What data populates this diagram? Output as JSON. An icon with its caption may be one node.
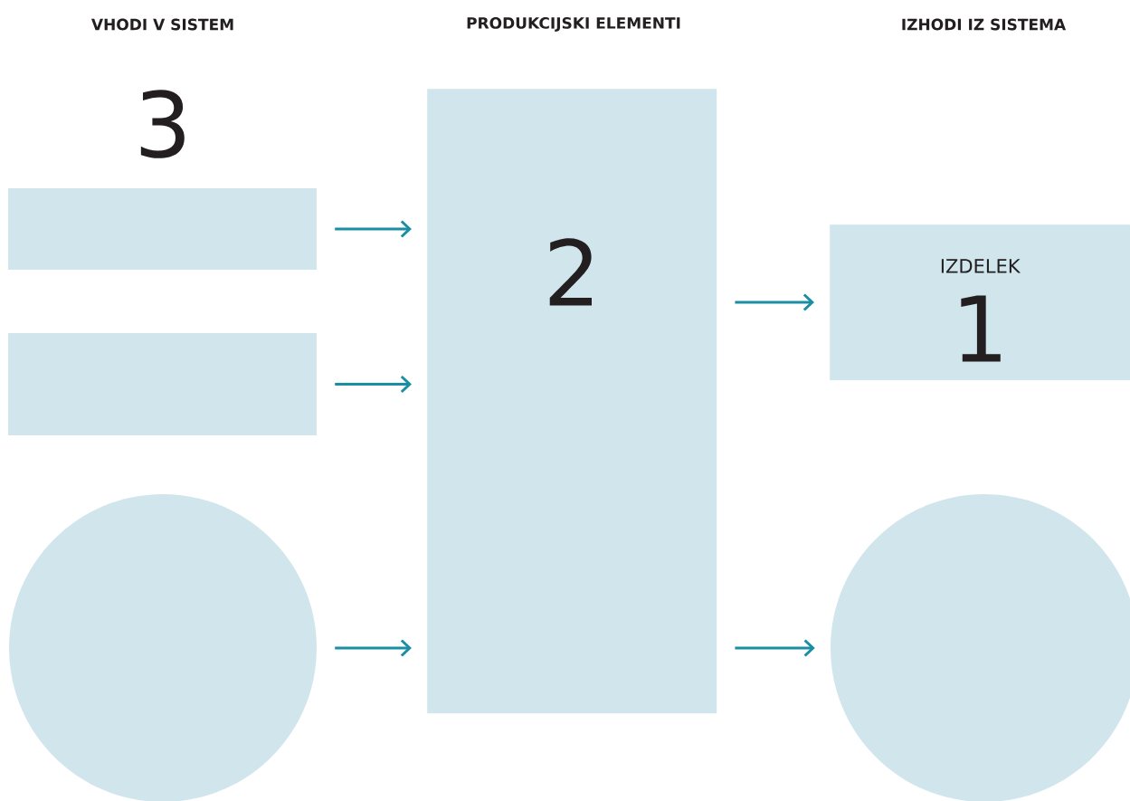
{
  "diagram": {
    "nodes": [
      {
        "text": [],
        "shape": "box"
      },
      {
        "text": [],
        "shape": "box"
      },
      {
        "text": [],
        "shape": "circle"
      },
      {
        "text": [
          "2"
        ]
      },
      {
        "text": [
          "IZDELEK",
          "1"
        ]
      },
      {
        "text": [],
        "shape": "circle"
      }
    ],
    "edges": [
      {
        "from": 0,
        "to": 3,
        "arrow": "to"
      },
      {
        "from": 1,
        "to": 3,
        "arrow": "to"
      },
      {
        "from": 2,
        "to": 3,
        "arrow": "to"
      },
      {
        "from": 3,
        "to": 4,
        "arrow": "to"
      },
      {
        "from": 3,
        "to": 5,
        "arrow": "to"
      }
    ],
    "labels": [
      "VHODI V SISTEM",
      "PRODUKCIJSKI ELEMENTI",
      "IZHODI IZ SISTEMA",
      "3"
    ]
  }
}
